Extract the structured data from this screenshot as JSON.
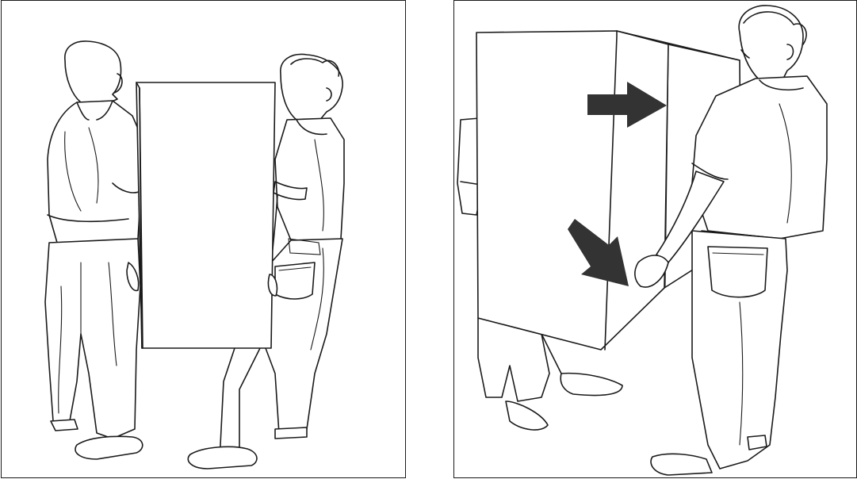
{
  "figure": {
    "panels": [
      {
        "id": "left",
        "depicts": "two-people-carrying-cabinet-side-view"
      },
      {
        "id": "right",
        "depicts": "two-people-carrying-cabinet-tilted-with-arrows"
      }
    ],
    "colors": {
      "line": "#1a1a1a",
      "arrow": "#333333",
      "background": "#ffffff"
    },
    "arrows": [
      {
        "icon": "arrow-right-icon",
        "points_to": "cabinet-side-edge"
      },
      {
        "icon": "arrow-down-right-icon",
        "points_to": "cabinet-bottom-edge-hand-grip"
      }
    ]
  }
}
